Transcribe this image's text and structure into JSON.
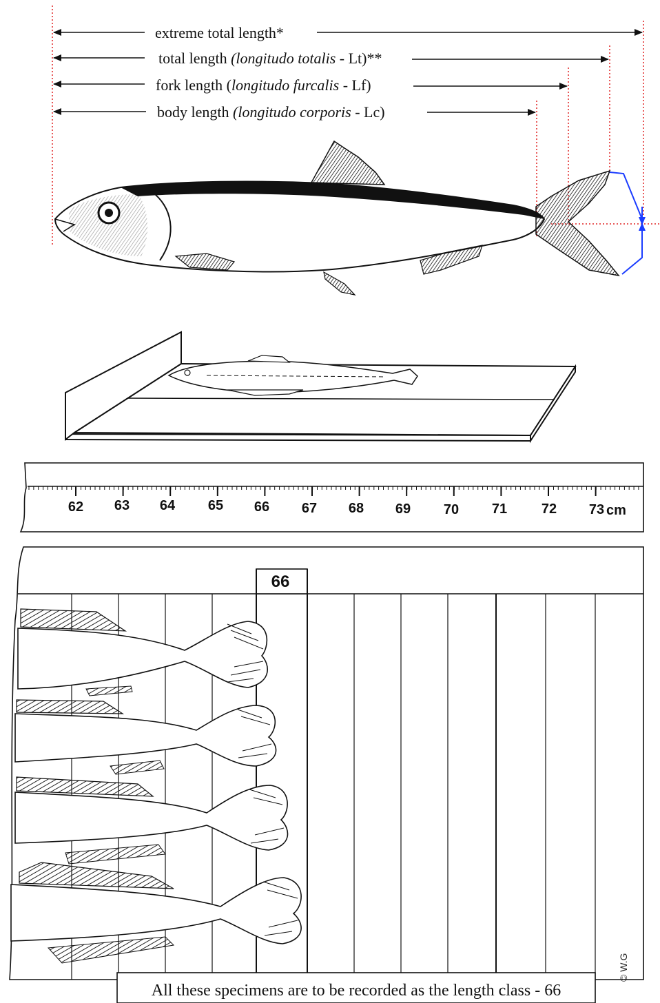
{
  "labels": {
    "extreme": "extreme total length*",
    "total_pre": "total length ",
    "total_ital": "(longitudo totalis",
    "total_post": " - Lt)**",
    "fork_pre": "fork length (",
    "fork_ital": "longitudo furcalis",
    "fork_post": "  - Lf)",
    "body_pre": "body length ",
    "body_ital": "(longitudo corporis",
    "body_post": " - Lc)"
  },
  "ruler": {
    "ticks": [
      "62",
      "63",
      "64",
      "65",
      "66",
      "67",
      "68",
      "69",
      "70",
      "71",
      "72",
      "73"
    ],
    "unit": "cm"
  },
  "board": {
    "length_class": "66"
  },
  "caption": "All these specimens are to be recorded as the length class - 66",
  "copyright": "© W.G",
  "colors": {
    "guide_line": "#e02020",
    "fork_marker": "#1a3cff",
    "ink": "#111111",
    "hatch": "#333333"
  }
}
